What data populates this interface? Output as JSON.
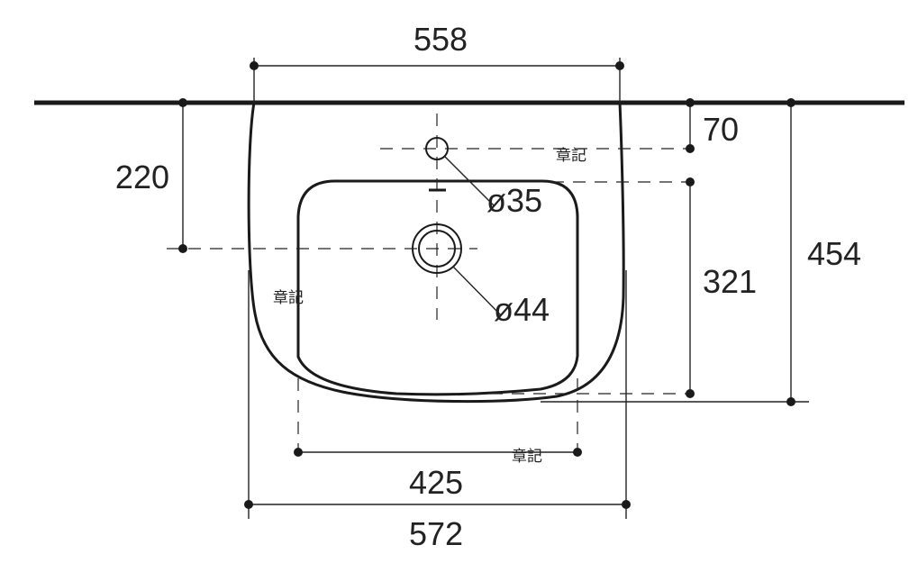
{
  "dimensions": {
    "top_width": "558",
    "overall_width": "572",
    "basin_width": "425",
    "wall_to_drain": "220",
    "wall_to_tap": "70",
    "basin_depth": "321",
    "overall_depth": "454",
    "tap_hole": "ø35",
    "drain_hole": "ø44"
  },
  "notes": {
    "mark_top": "章記",
    "mark_left": "章記",
    "mark_bottom": "章記"
  }
}
